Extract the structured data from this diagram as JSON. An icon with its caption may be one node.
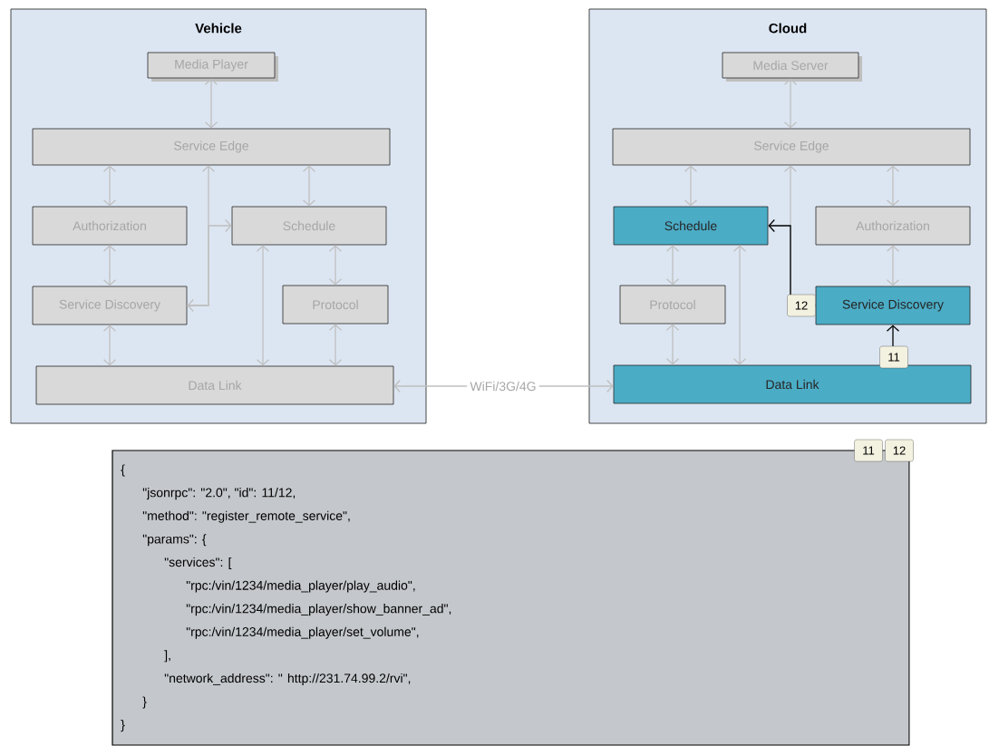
{
  "diagram": {
    "nodes": [
      {
        "text": [
          "Vehicle"
        ]
      },
      {
        "text": [
          "Media Player"
        ],
        "in": 0
      },
      {
        "text": [
          "Service Edge"
        ],
        "in": 0
      },
      {
        "text": [
          "Authorization"
        ],
        "in": 0
      },
      {
        "text": [
          "Schedule"
        ],
        "in": 0
      },
      {
        "text": [
          "Service Discovery"
        ],
        "in": 0
      },
      {
        "text": [
          "Protocol"
        ],
        "in": 0
      },
      {
        "text": [
          "Data Link"
        ],
        "in": 0
      },
      {
        "text": [
          "Cloud"
        ]
      },
      {
        "text": [
          "Media Server"
        ],
        "in": 8
      },
      {
        "text": [
          "Service Edge"
        ],
        "in": 8
      },
      {
        "text": [
          "Schedule"
        ],
        "in": 8
      },
      {
        "text": [
          "Authorization"
        ],
        "in": 8
      },
      {
        "text": [
          "Protocol"
        ],
        "in": 8
      },
      {
        "text": [
          "Service Discovery"
        ],
        "in": 8
      },
      {
        "text": [
          "Data Link"
        ],
        "in": 8
      },
      {
        "text": [
          "WiFi/3G/4G"
        ]
      },
      {
        "text": [
          "{",
          "\"jsonrpc\": \"2.0\", \"id\": 11/12,",
          "\"method\":  \"register_remote_service\",",
          "\"params\": {",
          "\"services\": [",
          "\"rpc:/vin/1234/media_player/play_audio\",",
          "\"rpc:/vin/1234/media_player/show_banner_ad\",",
          "\"rpc:/vin/1234/media_player/set_volume\",",
          "],",
          "\"network_address\":  \" http://231.74.99.2/rvi\",",
          "}",
          "}"
        ],
        "beside": [
          "11",
          "12"
        ]
      }
    ],
    "edges": [
      {
        "from": 1,
        "to": 2,
        "arrow": "both"
      },
      {
        "from": 2,
        "to": 3,
        "arrow": "both"
      },
      {
        "from": 2,
        "to": 4,
        "arrow": "both"
      },
      {
        "from": 5,
        "to": 2,
        "arrow": "both"
      },
      {
        "from": 5,
        "to": 4,
        "arrow": "to"
      },
      {
        "from": 3,
        "to": 5,
        "arrow": "both"
      },
      {
        "from": 4,
        "to": 7,
        "arrow": "both"
      },
      {
        "from": 4,
        "to": 6,
        "arrow": "both"
      },
      {
        "from": 5,
        "to": 7,
        "arrow": "both"
      },
      {
        "from": 6,
        "to": 7,
        "arrow": "both"
      },
      {
        "from": 16,
        "to": 7,
        "arrow": "to"
      },
      {
        "from": 16,
        "to": 15,
        "arrow": "to"
      },
      {
        "from": 9,
        "to": 10,
        "arrow": "both"
      },
      {
        "from": 10,
        "to": 11,
        "arrow": "both"
      },
      {
        "from": 10,
        "to": 12,
        "arrow": "both"
      },
      {
        "from": 14,
        "to": 10,
        "arrow": "to"
      },
      {
        "from": 14,
        "to": 11,
        "arrow": "to",
        "label": "12",
        "color": "#000000"
      },
      {
        "from": 11,
        "to": 13,
        "arrow": "both"
      },
      {
        "from": 11,
        "to": 15,
        "arrow": "both"
      },
      {
        "from": 12,
        "to": 14,
        "arrow": "both"
      },
      {
        "from": 13,
        "to": 15,
        "arrow": "both"
      },
      {
        "from": 15,
        "to": 14,
        "arrow": "to",
        "label": "11",
        "color": "#000000"
      }
    ]
  }
}
